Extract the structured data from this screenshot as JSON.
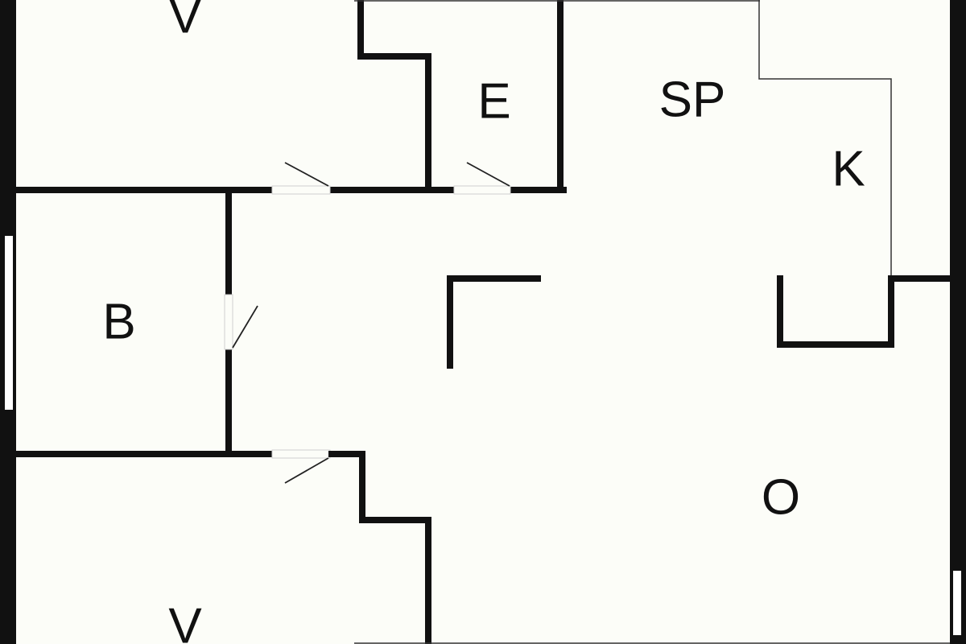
{
  "rooms": {
    "bedroom_top": "V",
    "storage_e": "E",
    "sp": "SP",
    "kitchen": "K",
    "bathroom": "B",
    "living": "O",
    "bedroom_bottom": "V"
  }
}
